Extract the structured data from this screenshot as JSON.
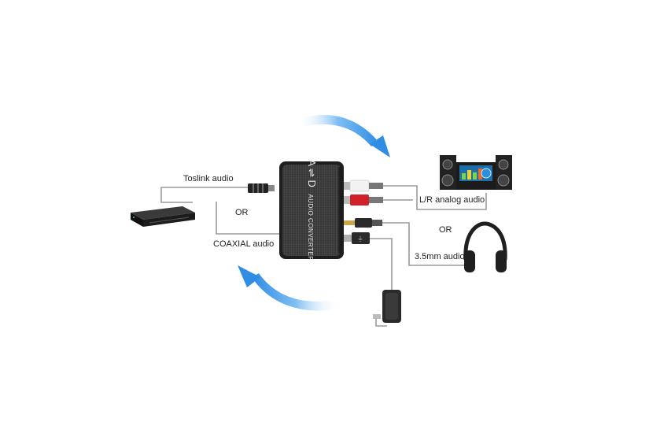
{
  "labels": {
    "toslink": "Toslink audio",
    "or_left": "OR",
    "coaxial": "COAXIAL audio",
    "lr_analog": "L/R analog audio",
    "or_right": "OR",
    "mm35": "3.5mm audio"
  },
  "device": {
    "brand_text": "A ⇌ D",
    "model_text": "AUDIO CONVERTER"
  },
  "colors": {
    "arrow": "#2f8de4",
    "cable": "#9a9a9a",
    "device_body": "#3a3a3a",
    "rca_red": "#d0202a",
    "rca_white": "#f2f2f2"
  },
  "icons": [
    "dvd-player-icon",
    "speaker-system-icon",
    "headphones-icon",
    "power-adapter-icon"
  ]
}
